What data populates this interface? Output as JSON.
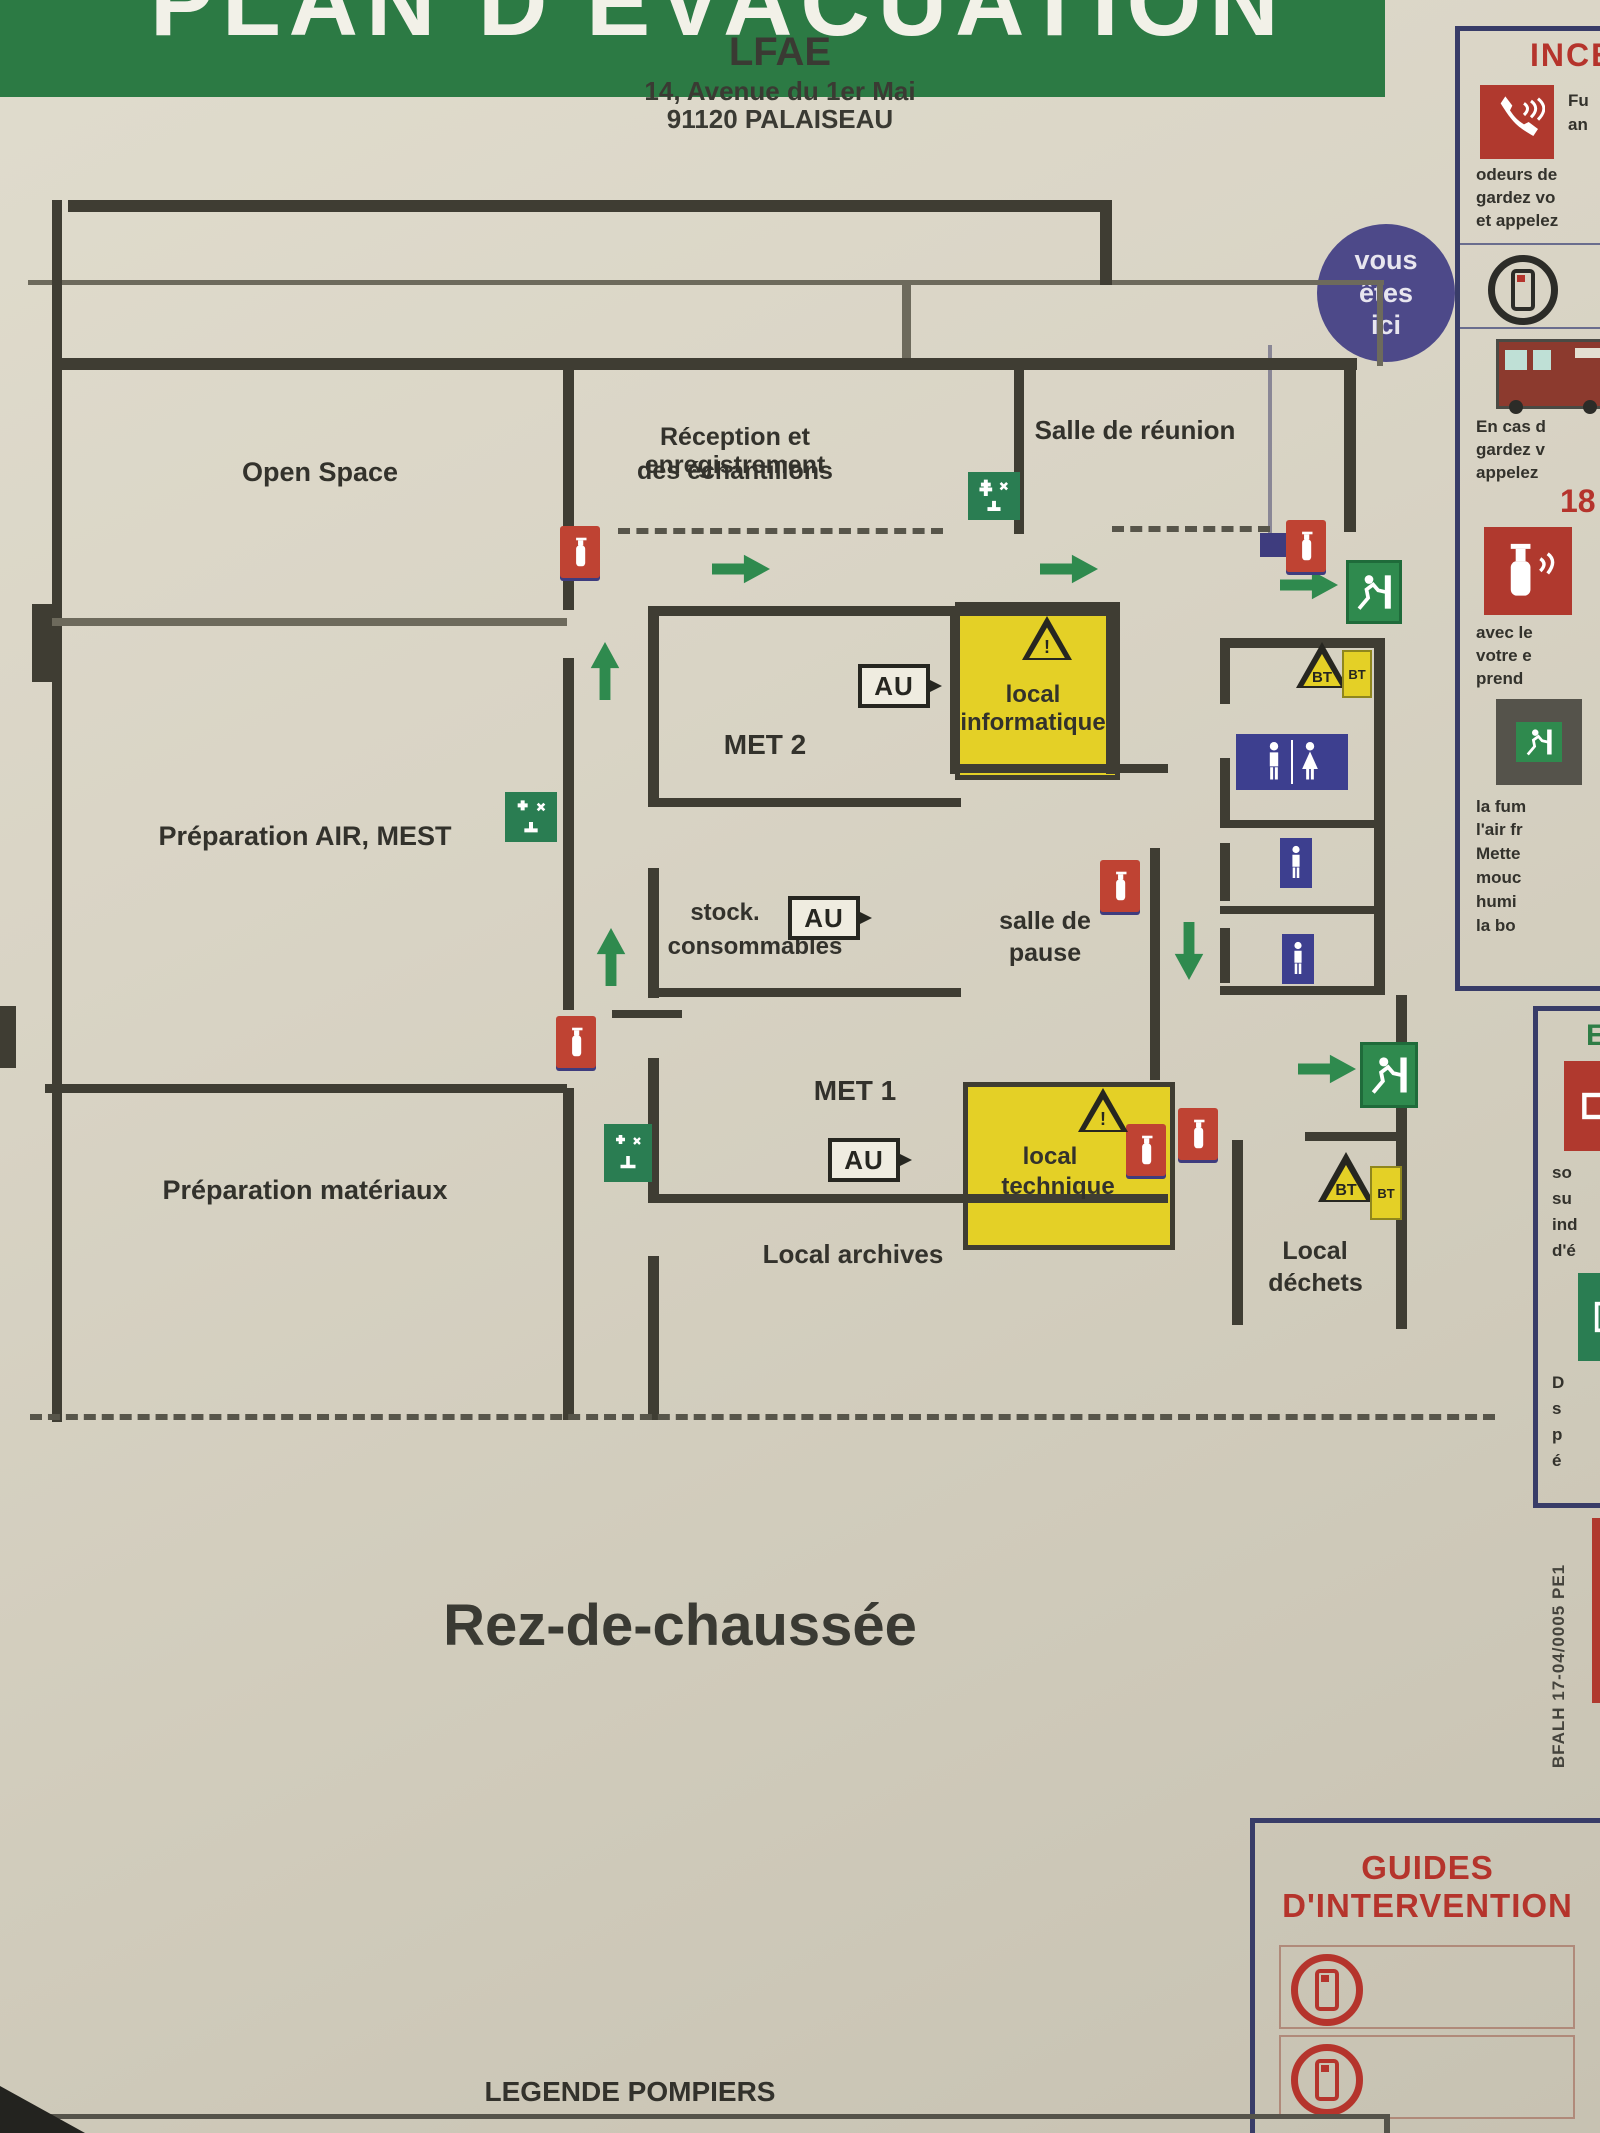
{
  "banner": {
    "title": "PLAN D'ÉVACUATION"
  },
  "header": {
    "org": "LFAE",
    "address1": "14, Avenue du 1er Mai",
    "address2": "91120 PALAISEAU"
  },
  "you_are_here": {
    "l1": "vous",
    "l2": "êtes",
    "l3": "ici"
  },
  "floor": {
    "label": "Rez-de-chaussée"
  },
  "legend": {
    "title": "LEGENDE POMPIERS"
  },
  "doc_ref": "BFALH  17-04/0005  PE1",
  "rooms": {
    "open_space": "Open Space",
    "reception_l1": "Réception et enregistrement",
    "reception_l2": "des échantillons",
    "salle_reunion": "Salle de réunion",
    "prep_air_mest": "Préparation AIR, MEST",
    "met2": "MET 2",
    "local_informatique_l1": "local",
    "local_informatique_l2": "informatique",
    "stock_l1": "stock.",
    "stock_l2": "consommables",
    "salle_pause_l1": "salle de",
    "salle_pause_l2": "pause",
    "met1": "MET 1",
    "prep_materiaux": "Préparation matériaux",
    "local_technique_l1": "local",
    "local_technique_l2": "technique",
    "local_archives": "Local archives",
    "local_dechets_l1": "Local",
    "local_dechets_l2": "déchets"
  },
  "labels": {
    "au": "AU",
    "bt": "BT",
    "hazard": "!"
  },
  "sidebar_fire": {
    "title": "INCE",
    "p1": [
      "Fu",
      "an",
      "odeurs de",
      "gardez vo",
      "et appelez"
    ],
    "p2": [
      "En cas d",
      "gardez v",
      "appelez"
    ],
    "p2_number": "18",
    "p3": [
      "avec le",
      "votre e",
      "prend"
    ],
    "p4": [
      "la fum",
      "l'air fr",
      "Mette",
      "mouc",
      "humi",
      "la bo"
    ]
  },
  "sidebar_evac": {
    "title": "E",
    "p1": [
      "so",
      "su",
      "ind",
      "d'é"
    ],
    "p2": [
      "D",
      "s",
      "p",
      "é"
    ]
  },
  "guides": {
    "l1": "GUIDES",
    "l2": "D'INTERVENTION"
  },
  "colors": {
    "banner_green": "#2c7a44",
    "arrow_green": "#2f8a4e",
    "hazard_yellow": "#e4d026",
    "extinguisher_red": "#bf4333",
    "wc_blue": "#3d3f8f",
    "you_are_here_blue": "#4d4989",
    "sidebar_border_navy": "#383c68",
    "guides_red": "#b5342c"
  }
}
